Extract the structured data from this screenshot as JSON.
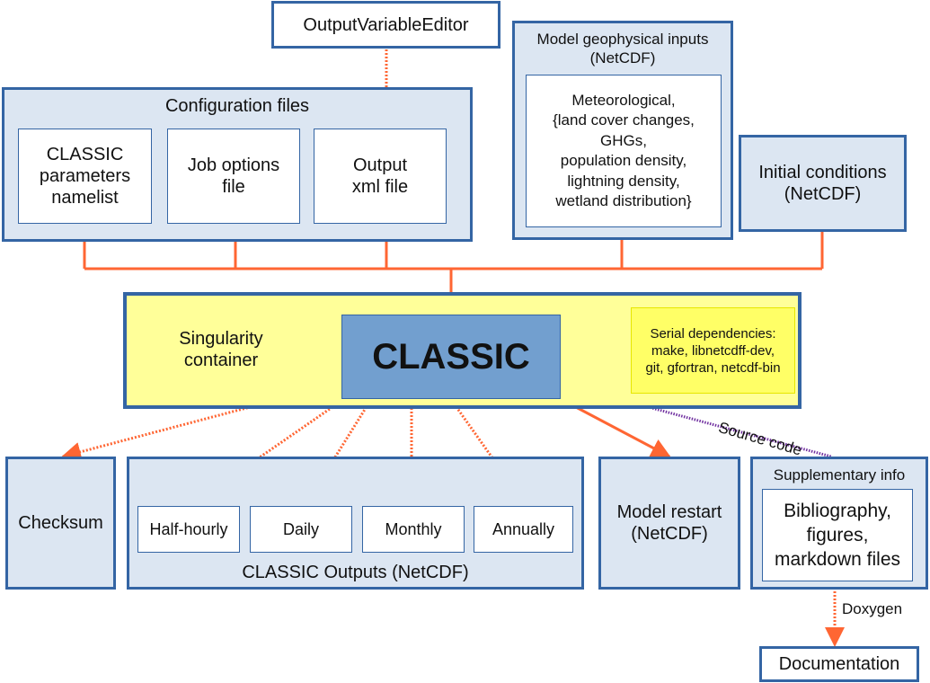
{
  "output_variable_editor": {
    "label": "OutputVariableEditor"
  },
  "configuration_files": {
    "title": "Configuration files",
    "items": [
      {
        "label": "CLASSIC\nparameters\nnamelist"
      },
      {
        "label": "Job options\nfile"
      },
      {
        "label": "Output\nxml file"
      }
    ]
  },
  "geophysical_inputs": {
    "title": "Model geophysical inputs\n(NetCDF)",
    "content": "Meteorological,\n{land cover changes,\nGHGs,\npopulation density,\nlightning density,\nwetland distribution}"
  },
  "initial_conditions": {
    "label": "Initial conditions\n(NetCDF)"
  },
  "singularity": {
    "label": "Singularity\ncontainer",
    "core_label": "CLASSIC",
    "dependencies": "Serial dependencies:\nmake, libnetcdff-dev,\ngit, gfortran, netcdf-bin"
  },
  "checksum": {
    "label": "Checksum"
  },
  "outputs": {
    "title": "CLASSIC Outputs (NetCDF)",
    "items": [
      {
        "label": "Half-hourly"
      },
      {
        "label": "Daily"
      },
      {
        "label": "Monthly"
      },
      {
        "label": "Annually"
      }
    ]
  },
  "model_restart": {
    "label": "Model restart\n(NetCDF)"
  },
  "supplementary": {
    "title": "Supplementary info",
    "content": "Bibliography,\nfigures,\nmarkdown files"
  },
  "edge_labels": {
    "source_code": "Source code",
    "doxygen": "Doxygen"
  },
  "documentation": {
    "label": "Documentation"
  },
  "colors": {
    "connector": "#ff6633",
    "source_code_line": "#7030a0",
    "box_border": "#3465a4",
    "group_fill": "#dce6f2",
    "container_fill": "#ffff99",
    "core_fill": "#729fcf",
    "dependencies_fill": "#ffff66"
  }
}
